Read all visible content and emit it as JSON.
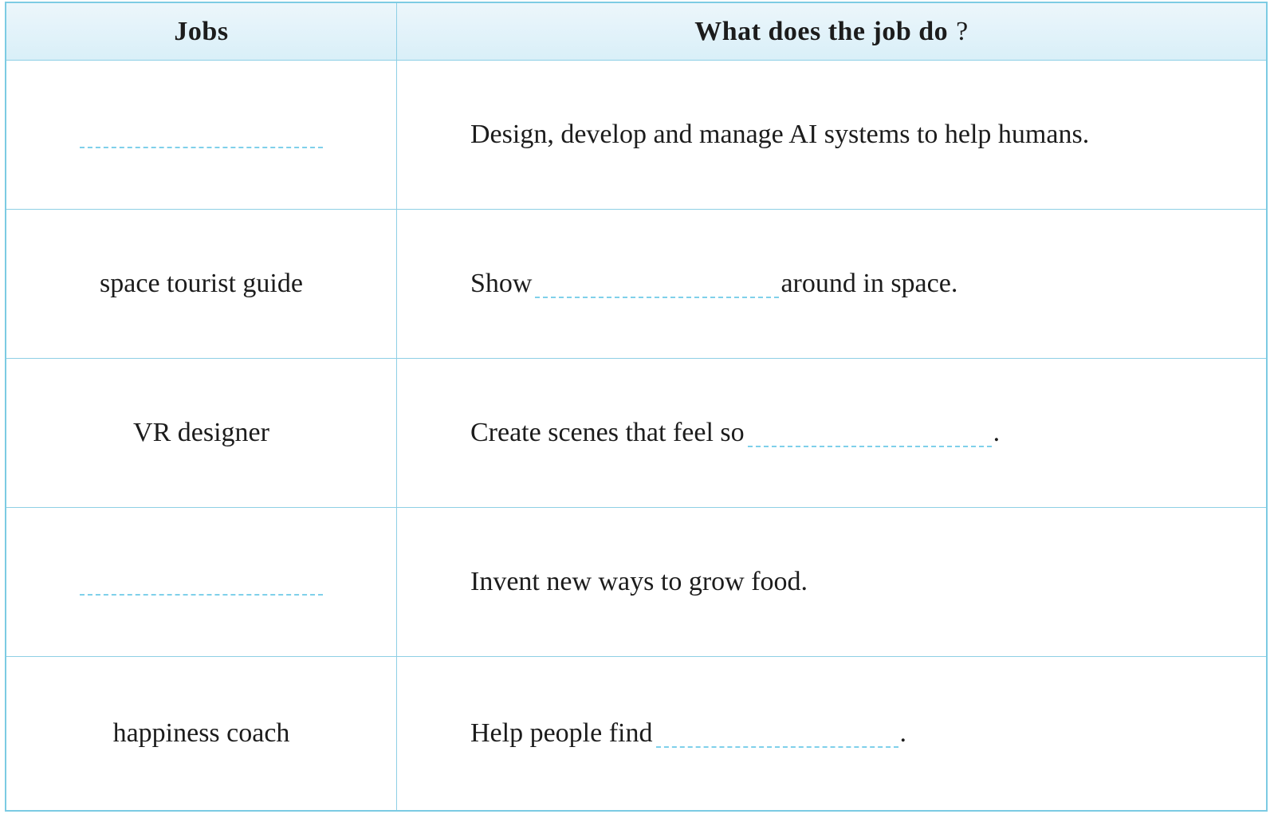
{
  "table": {
    "header": {
      "jobs": "Jobs",
      "what": "What does the job do",
      "qmark": "?"
    },
    "rows": [
      {
        "job": "",
        "job_is_blank": true,
        "desc_full": "Design, develop and manage AI systems to help humans."
      },
      {
        "job": "space tourist guide",
        "desc_before": "Show",
        "desc_after": "around in space."
      },
      {
        "job": "VR designer",
        "desc_before": "Create scenes that feel so",
        "desc_after": "."
      },
      {
        "job": "",
        "job_is_blank": true,
        "desc_full": "Invent new ways to grow food."
      },
      {
        "job": "happiness coach",
        "desc_before": "Help people find",
        "desc_after": "."
      }
    ]
  },
  "colors": {
    "border": "#8ecfe5",
    "header_bg": "#d9eff8",
    "blank_line": "#7fd0ea",
    "text": "#1c1c1c"
  }
}
